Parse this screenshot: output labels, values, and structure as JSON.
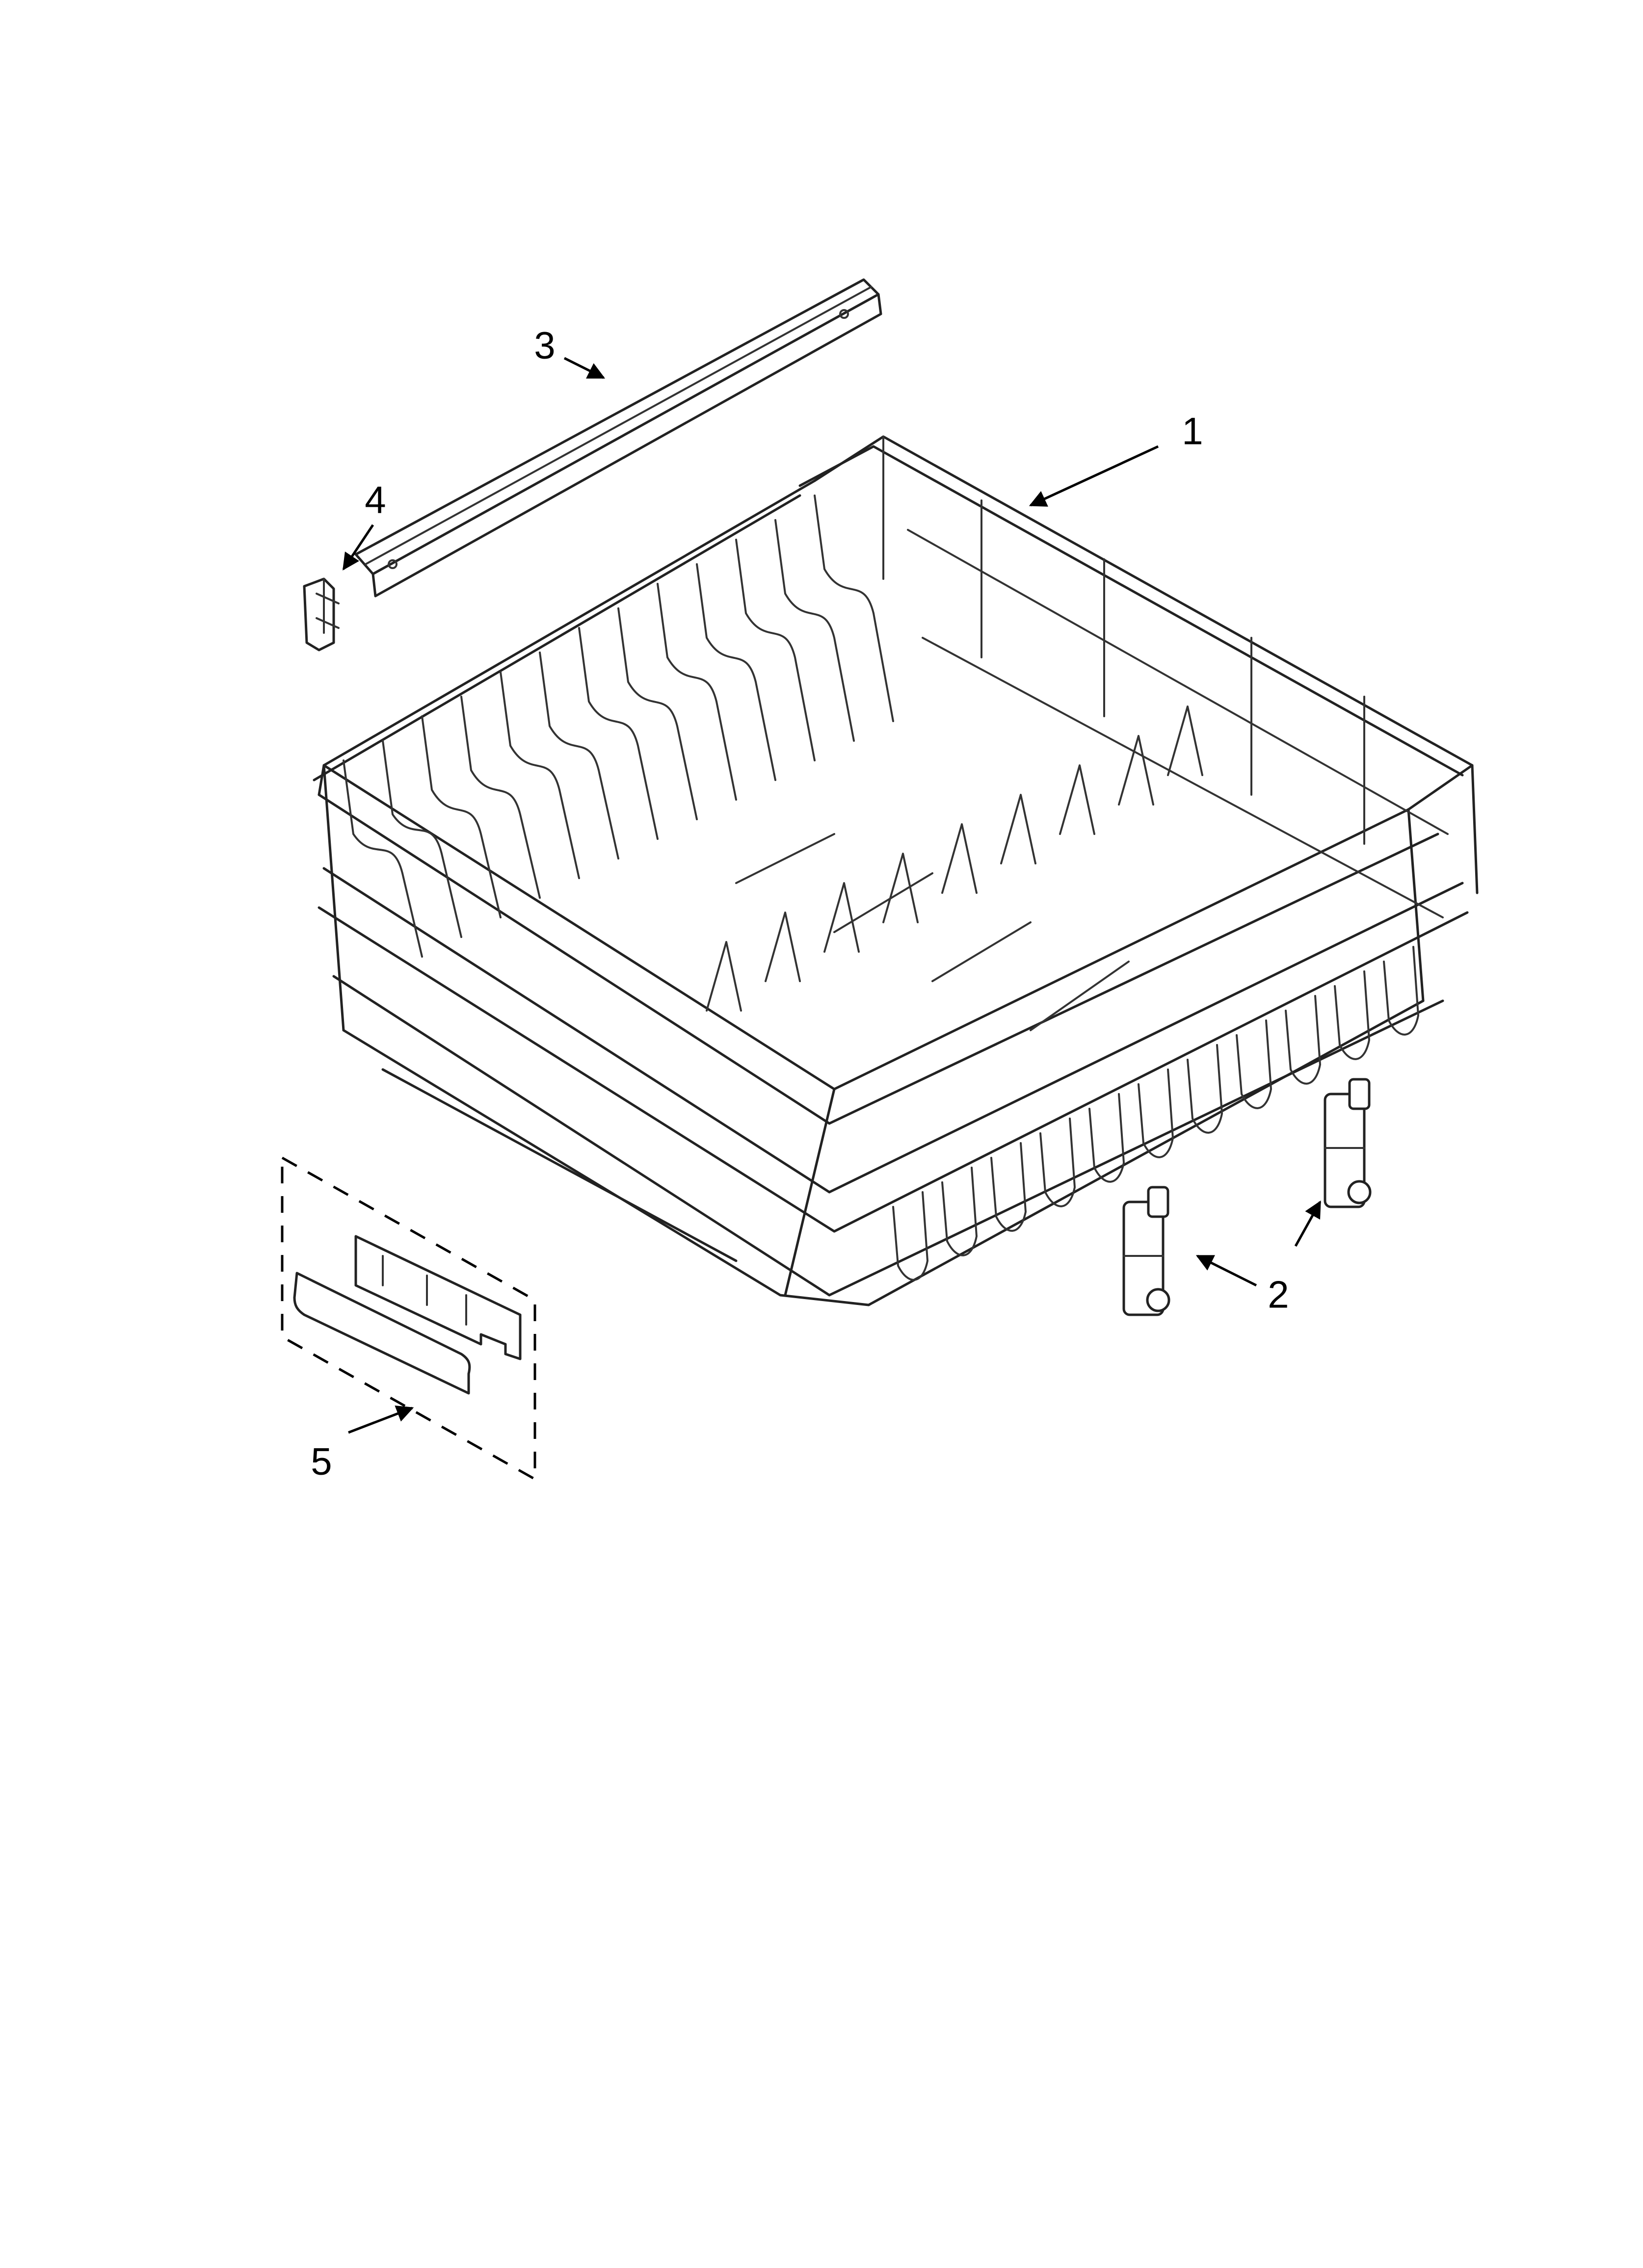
{
  "callouts": {
    "rack": "1",
    "roller_a": "2",
    "rail": "3",
    "end_cap": "4",
    "handle_kit": "5"
  },
  "colors": {
    "ink": "#000000",
    "background": "#ffffff"
  }
}
